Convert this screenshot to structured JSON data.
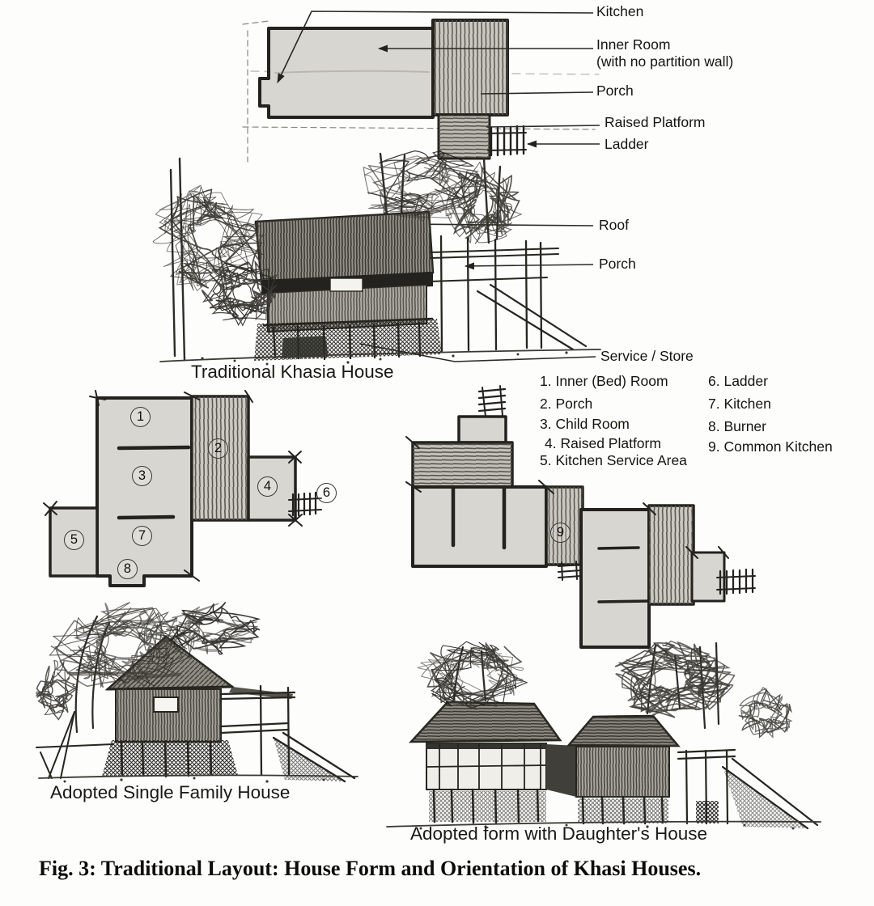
{
  "figure_caption": "Fig. 3: Traditional Layout: House Form and Orientation of Khasi Houses.",
  "top_plan_labels": {
    "kitchen": "Kitchen",
    "inner_room": "Inner Room",
    "inner_room_note": "(with no partition wall)",
    "porch": "Porch",
    "raised_platform": "Raised Platform",
    "ladder": "Ladder"
  },
  "elevation_labels": {
    "roof": "Roof",
    "porch": "Porch",
    "service_store": "Service / Store"
  },
  "captions": {
    "traditional": "Traditional Khasia House",
    "single_family": "Adopted Single Family House",
    "daughters_house": "Adopted form with Daughter's House"
  },
  "legend": {
    "items": [
      "1. Inner (Bed) Room",
      "2. Porch",
      "3. Child Room",
      "4. Raised Platform",
      "5. Kitchen Service Area",
      "6. Ladder",
      "7. Kitchen",
      "8. Burner",
      "9. Common Kitchen"
    ]
  },
  "plan_markers": [
    "1",
    "2",
    "3",
    "4",
    "5",
    "6",
    "7",
    "8",
    "9"
  ],
  "colors": {
    "ink": "#23221e",
    "room_fill": "#d8d6d0",
    "porch_fill": "#cbc9c2",
    "platform_fill": "#bdbbb4",
    "paper": "#fdfdfb"
  }
}
